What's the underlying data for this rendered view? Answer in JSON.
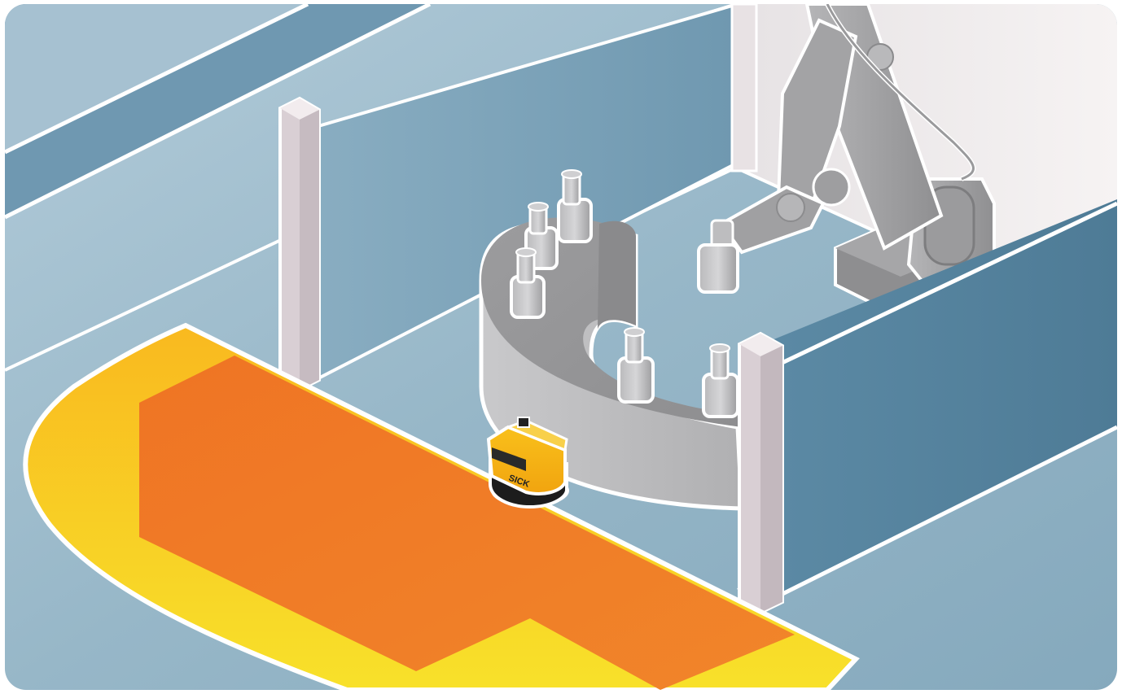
{
  "scene": {
    "type": "isometric-illustration",
    "subject": "robot-cell-with-safety-laser-scanner"
  },
  "scanner": {
    "label": "SICK",
    "body_color": "#f5b316",
    "base_color": "#1c1c1c"
  },
  "fields": {
    "warning_field_color": "#f7c523",
    "protective_field_color": "#f07a23"
  },
  "colors": {
    "floor_light": "#a7c2d2",
    "floor_mid": "#8eb0c3",
    "wall_dark": "#5b89a3",
    "post": "#ece2e6",
    "machine_grey": "#a9a9ab",
    "outline": "#ffffff"
  }
}
